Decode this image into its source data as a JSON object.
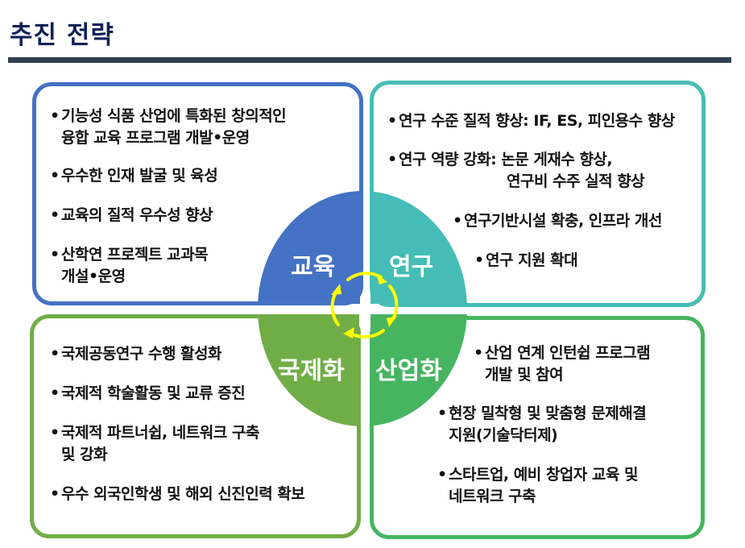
{
  "header": {
    "title": "추진 전략"
  },
  "colors": {
    "title": "#0f2257",
    "rule": "#323f52",
    "education": "#4472c4",
    "research": "#45bdb6",
    "internationalization": "#70ad47",
    "industrialization": "#46b461",
    "cycle_arrows": "#ffff00"
  },
  "center": {
    "quadrants": [
      {
        "label": "교육"
      },
      {
        "label": "연구"
      },
      {
        "label": "국제화"
      },
      {
        "label": "산업화"
      }
    ],
    "cycle_icon": "clockwise-cycle-arrows-icon"
  },
  "education": {
    "items": [
      {
        "bullet": "•",
        "line1": "기능성 식품 산업에 특화된 창의적인",
        "line2": "융합 교육  프로그램 개발•운영"
      },
      {
        "bullet": "•",
        "line1": "우수한 인재 발굴 및 육성"
      },
      {
        "bullet": "•",
        "line1": "교육의 질적 우수성 향상"
      },
      {
        "bullet": "•",
        "line1": "산학연 프로젝트 교과목",
        "line2": "개설•운영"
      }
    ]
  },
  "research": {
    "items": [
      {
        "bullet": "•",
        "line1": "연구 수준 질적 향상: IF, ES, 피인용수 향상"
      },
      {
        "bullet": "•",
        "line1": "연구 역량 강화: 논문 게재수 향상,",
        "line2": "연구비 수주 실적 향상"
      },
      {
        "bullet": "•",
        "line1": "연구기반시설 확충, 인프라 개선"
      },
      {
        "bullet": "•",
        "line1": "연구 지원 확대"
      }
    ]
  },
  "internationalization": {
    "items": [
      {
        "bullet": "•",
        "line1": "국제공동연구 수행 활성화"
      },
      {
        "bullet": "•",
        "line1": "국제적 학술활동 및 교류 증진"
      },
      {
        "bullet": "•",
        "line1": "국제적 파트너쉽, 네트워크 구축",
        "line2": "및 강화"
      },
      {
        "bullet": "•",
        "line1": "우수 외국인학생 및 해외 신진인력 확보"
      }
    ]
  },
  "industrialization": {
    "items": [
      {
        "bullet": "•",
        "line1": "산업 연계 인턴쉽 프로그램",
        "line2": "개발 및 참여"
      },
      {
        "bullet": "•",
        "line1": "현장 밀착형 및 맞춤형 문제해결",
        "line2": "지원(기술닥터제)"
      },
      {
        "bullet": "•",
        "line1": "스타트업, 예비 창업자 교육 및",
        "line2": "네트워크 구축"
      }
    ]
  }
}
